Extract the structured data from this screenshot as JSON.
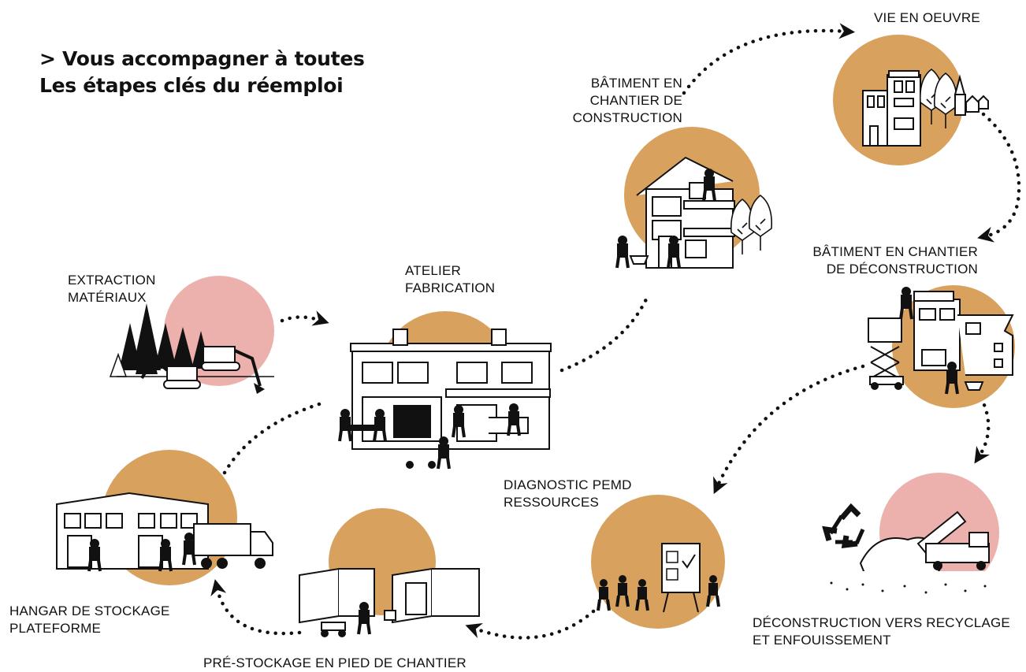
{
  "title": {
    "line1": "> Vous accompagner à toutes",
    "line2": "Les étapes clés du réemploi"
  },
  "colors": {
    "ochre": "#D9A15E",
    "pink": "#ECB1AC",
    "ink": "#111111"
  },
  "steps": [
    {
      "id": "extraction",
      "lines": [
        "EXTRACTION",
        "MATÉRIAUX"
      ],
      "circle": "pink"
    },
    {
      "id": "atelier",
      "lines": [
        "ATELIER",
        "FABRICATION"
      ],
      "circle": "ochre"
    },
    {
      "id": "construction",
      "lines": [
        "BÂTIMENT EN",
        "CHANTIER DE",
        "CONSTRUCTION"
      ],
      "circle": "ochre"
    },
    {
      "id": "vie",
      "lines": [
        "VIE EN OEUVRE"
      ],
      "circle": "ochre"
    },
    {
      "id": "deconstruction",
      "lines": [
        "BÂTIMENT EN CHANTIER",
        "DE DÉCONSTRUCTION"
      ],
      "circle": "ochre"
    },
    {
      "id": "recyclage",
      "lines": [
        "DÉCONSTRUCTION VERS RECYCLAGE",
        "ET ENFOUISSEMENT"
      ],
      "circle": "pink"
    },
    {
      "id": "diagnostic",
      "lines": [
        "DIAGNOSTIC PEMD",
        "RESSOURCES"
      ],
      "circle": "ochre"
    },
    {
      "id": "prestockage",
      "lines": [
        "PRÉ-STOCKAGE EN PIED DE CHANTIER"
      ],
      "circle": "ochre"
    },
    {
      "id": "hangar",
      "lines": [
        "HANGAR DE STOCKAGE",
        "PLATEFORME"
      ],
      "circle": "ochre"
    }
  ]
}
